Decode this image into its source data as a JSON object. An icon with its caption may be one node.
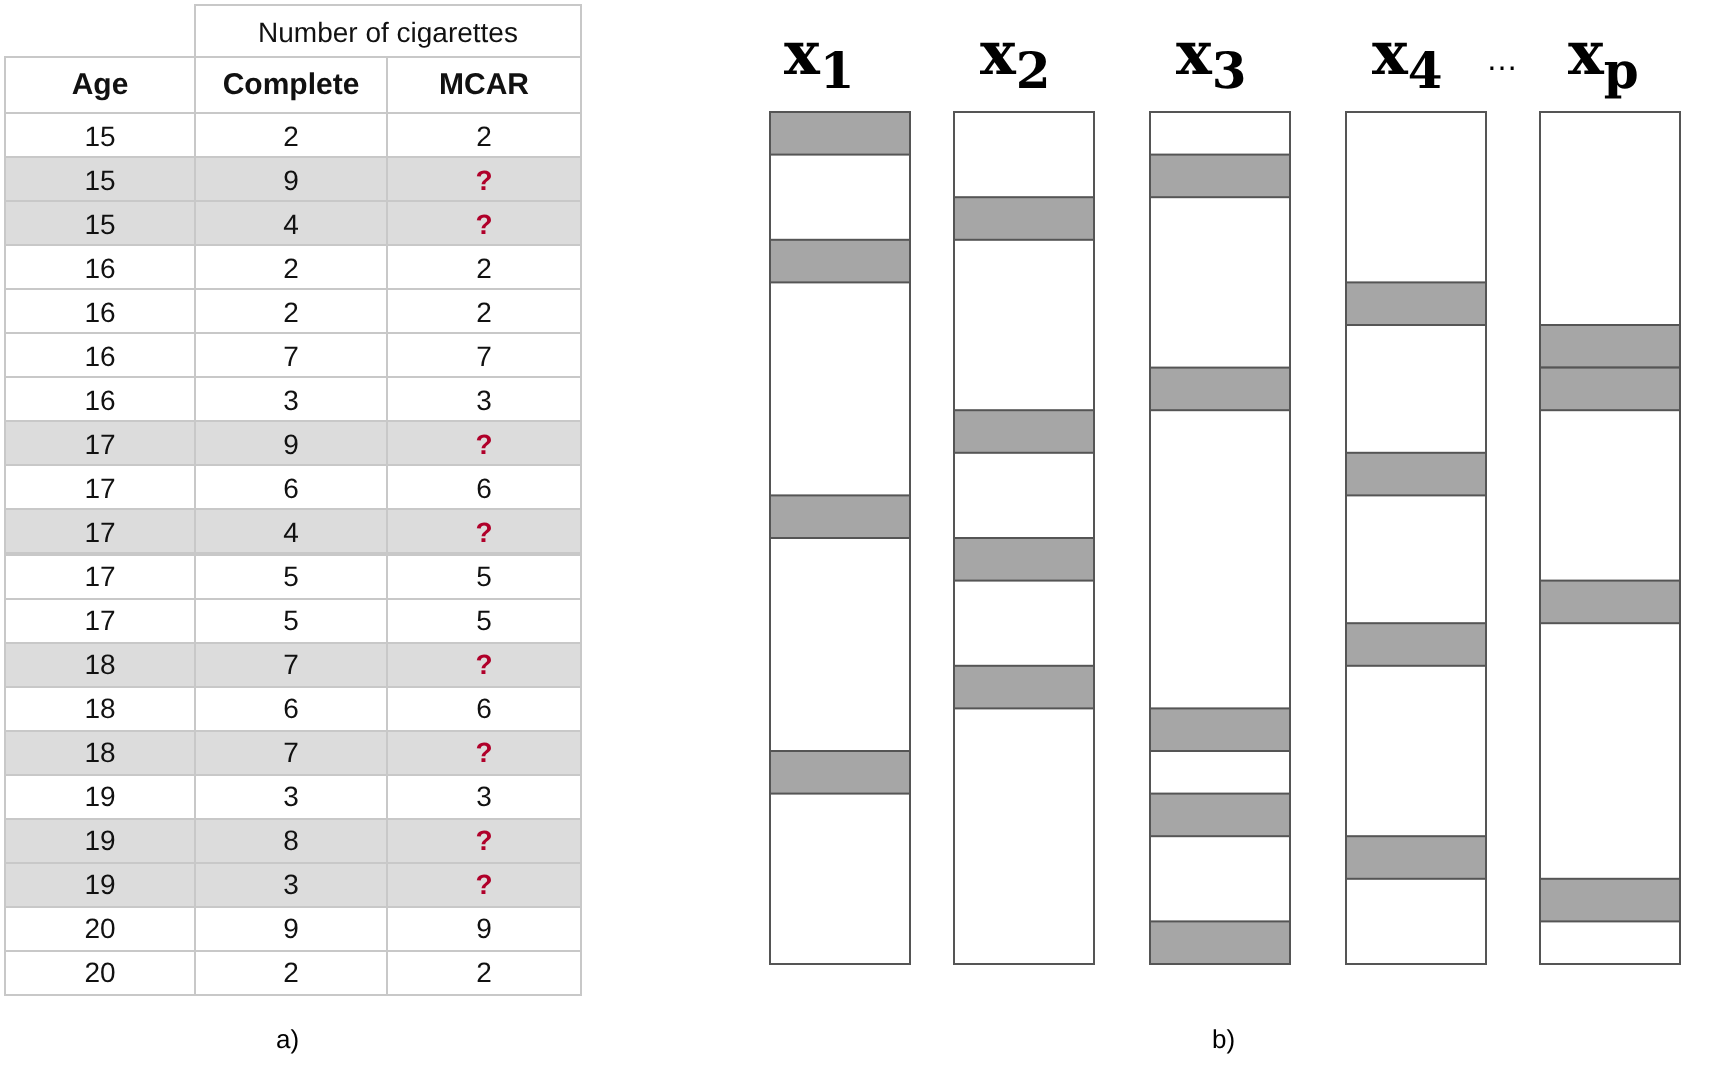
{
  "diagram": {
    "labels": [
      "Number of cigarettes",
      "Age",
      "Complete",
      "MCAR",
      "15",
      "2",
      "2",
      "15",
      "9",
      "?",
      "15",
      "4",
      "?",
      "16",
      "2",
      "2",
      "16",
      "2",
      "2",
      "16",
      "7",
      "7",
      "16",
      "3",
      "3",
      "17",
      "9",
      "?",
      "17",
      "6",
      "6",
      "17",
      "4",
      "?",
      "17",
      "5",
      "5",
      "17",
      "5",
      "5",
      "18",
      "7",
      "?",
      "18",
      "6",
      "6",
      "18",
      "7",
      "?",
      "19",
      "3",
      "3",
      "19",
      "8",
      "?",
      "19",
      "3",
      "?",
      "20",
      "9",
      "9",
      "20",
      "2",
      "2",
      "x$_{1}$",
      "x$_{2}$",
      "x$_{3}$",
      "x$_{4}$",
      "…",
      "x$_{p}$",
      "a)",
      "b)"
    ]
  }
}
